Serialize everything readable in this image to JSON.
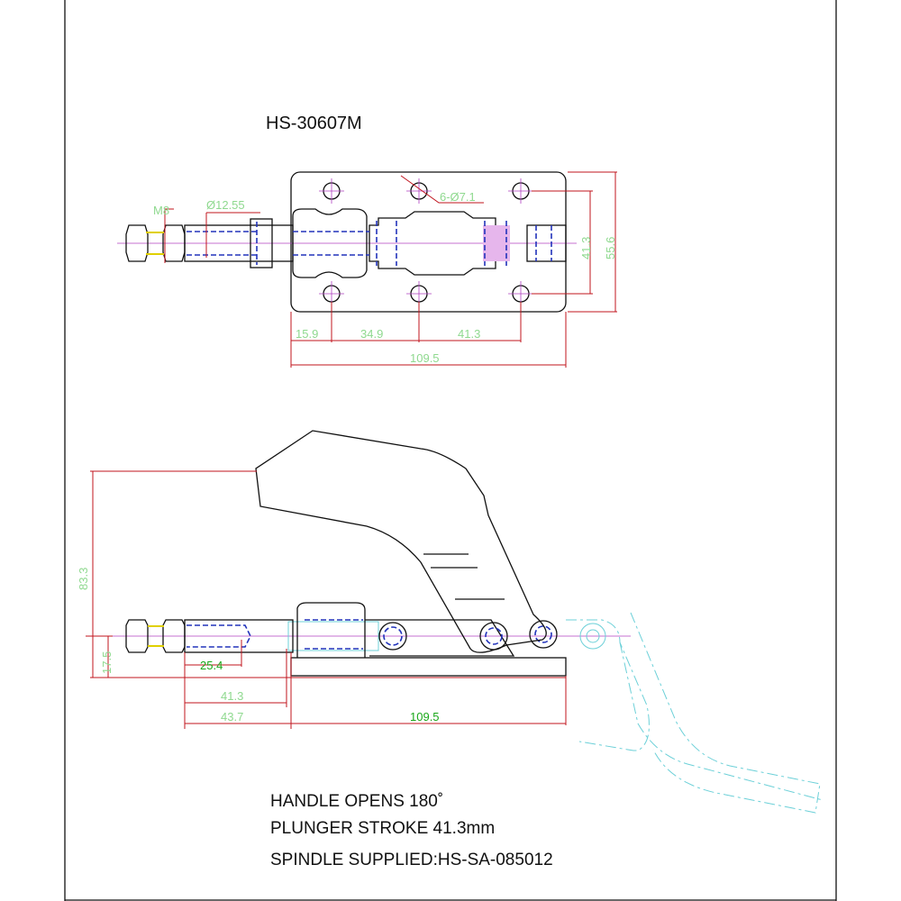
{
  "title": "HS-30607M",
  "top_view": {
    "thread_label": "M8",
    "rod_diameter_label": "Ø12.55",
    "holes_label": "6-Ø7.1",
    "hole_spacing_v": "41.3",
    "plate_height": "55.6",
    "dim_1": "15.9",
    "dim_2": "34.9",
    "dim_3": "41.3",
    "plate_length": "109.5"
  },
  "side_view": {
    "height": "83.3",
    "center_height": "17.5",
    "thread_depth": "25.4",
    "stroke": "41.3",
    "rod_extension": "43.7",
    "base_length": "109.5"
  },
  "notes": [
    "HANDLE OPENS 180˚",
    "PLUNGER STROKE 41.3mm",
    "SPINDLE SUPPLIED:HS-SA-085012"
  ]
}
